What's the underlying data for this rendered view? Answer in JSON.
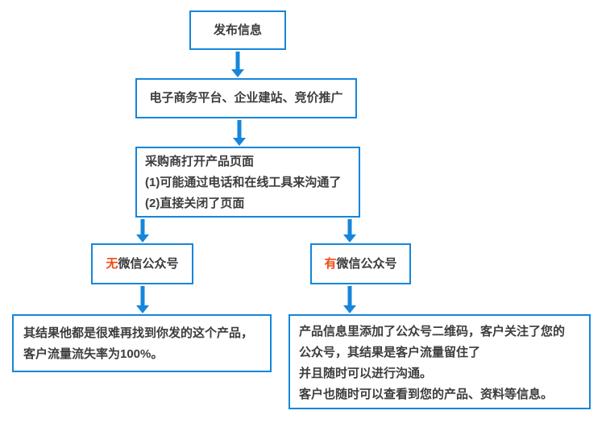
{
  "colors": {
    "accent_blue": "#1586db",
    "highlight_orange": "#f04a16",
    "text": "#3d3d3d"
  },
  "flowchart": {
    "nodes": {
      "publish": {
        "text": "发布信息"
      },
      "platform": {
        "text": "电子商务平台、企业建站、竞价推广"
      },
      "buyer": {
        "lines": [
          "采购商打开产品页面",
          "(1)可能通过电话和在线工具来沟通了",
          "(2)直接关闭了页面"
        ]
      },
      "no_wechat": {
        "highlight": "无",
        "rest": "微信公众号"
      },
      "has_wechat": {
        "highlight": "有",
        "rest": "微信公众号"
      },
      "result_lost": {
        "lines": [
          "其结果他都是很难再找到你发的这个产品，",
          "客户流量流失率为100%。"
        ]
      },
      "result_kept": {
        "lines": [
          "产品信息里添加了公众号二维码，客户关注了您的",
          "公众号，其结果是客户流量留住了",
          "并且随时可以进行沟通。",
          "客户也随时可以查看到您的产品、资料等信息。"
        ]
      }
    },
    "icons": {
      "arrow": "arrow-down"
    }
  }
}
